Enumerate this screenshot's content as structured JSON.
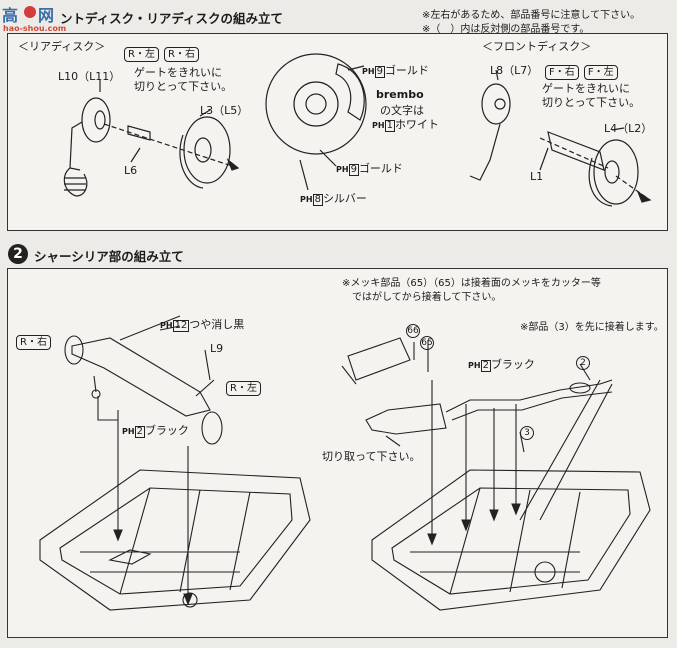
{
  "logo": {
    "text_left": "高",
    "text_right": "网"
  },
  "watermark": "hao-shou.com",
  "section1": {
    "title": "ントディスク・リアディスクの組み立て",
    "note_line1": "※左右があるため、部品番号に注意して下さい。",
    "note_line2": "※（　）内は反対側の部品番号です。",
    "rear": {
      "heading": "＜リアディスク＞",
      "tag_r_left": "R・左",
      "tag_r_right": "R・右",
      "label_l10": "L10（L11）",
      "gate_note_line1": "ゲートをきれいに",
      "gate_note_line2": "切りとって下さい。",
      "label_l3": "L3（L5）",
      "label_l6": "L6"
    },
    "center": {
      "ph9_gold_top": "ゴールド",
      "brembo_label": "brembo",
      "brembo_note": "の文字は",
      "ph1_white": "ホワイト",
      "ph9_gold_bottom": "ゴールド",
      "ph8_silver": "シルバー",
      "num_9": "9",
      "num_1": "1",
      "num_8": "8"
    },
    "front": {
      "heading": "＜フロントディスク＞",
      "label_l8": "L8（L7）",
      "tag_f_right": "F・右",
      "tag_f_left": "F・左",
      "gate_note_line1": "ゲートをきれいに",
      "gate_note_line2": "切りとって下さい。",
      "label_l4": "L4（L2）",
      "label_l1": "L1"
    }
  },
  "section2": {
    "number": "2",
    "title": "シャーシリア部の組み立て",
    "left": {
      "tag_r_right": "R・右",
      "ph12_label": "つや消し黒",
      "num_12": "12",
      "label_l9": "L9",
      "tag_r_left": "R・左",
      "ph2_label": "ブラック",
      "num_2": "2"
    },
    "right": {
      "plating_note_line1": "※メッキ部品（65）（65）は接着面のメッキをカッター等",
      "plating_note_line2": "ではがしてから接着して下さい。",
      "part3_note": "※部品（3）を先に接着します。",
      "part_66": "66",
      "part_65": "65",
      "ph2_label": "ブラック",
      "num_2": "2",
      "part_2": "2",
      "part_3": "3",
      "cut_note": "切り取って下さい。"
    }
  }
}
